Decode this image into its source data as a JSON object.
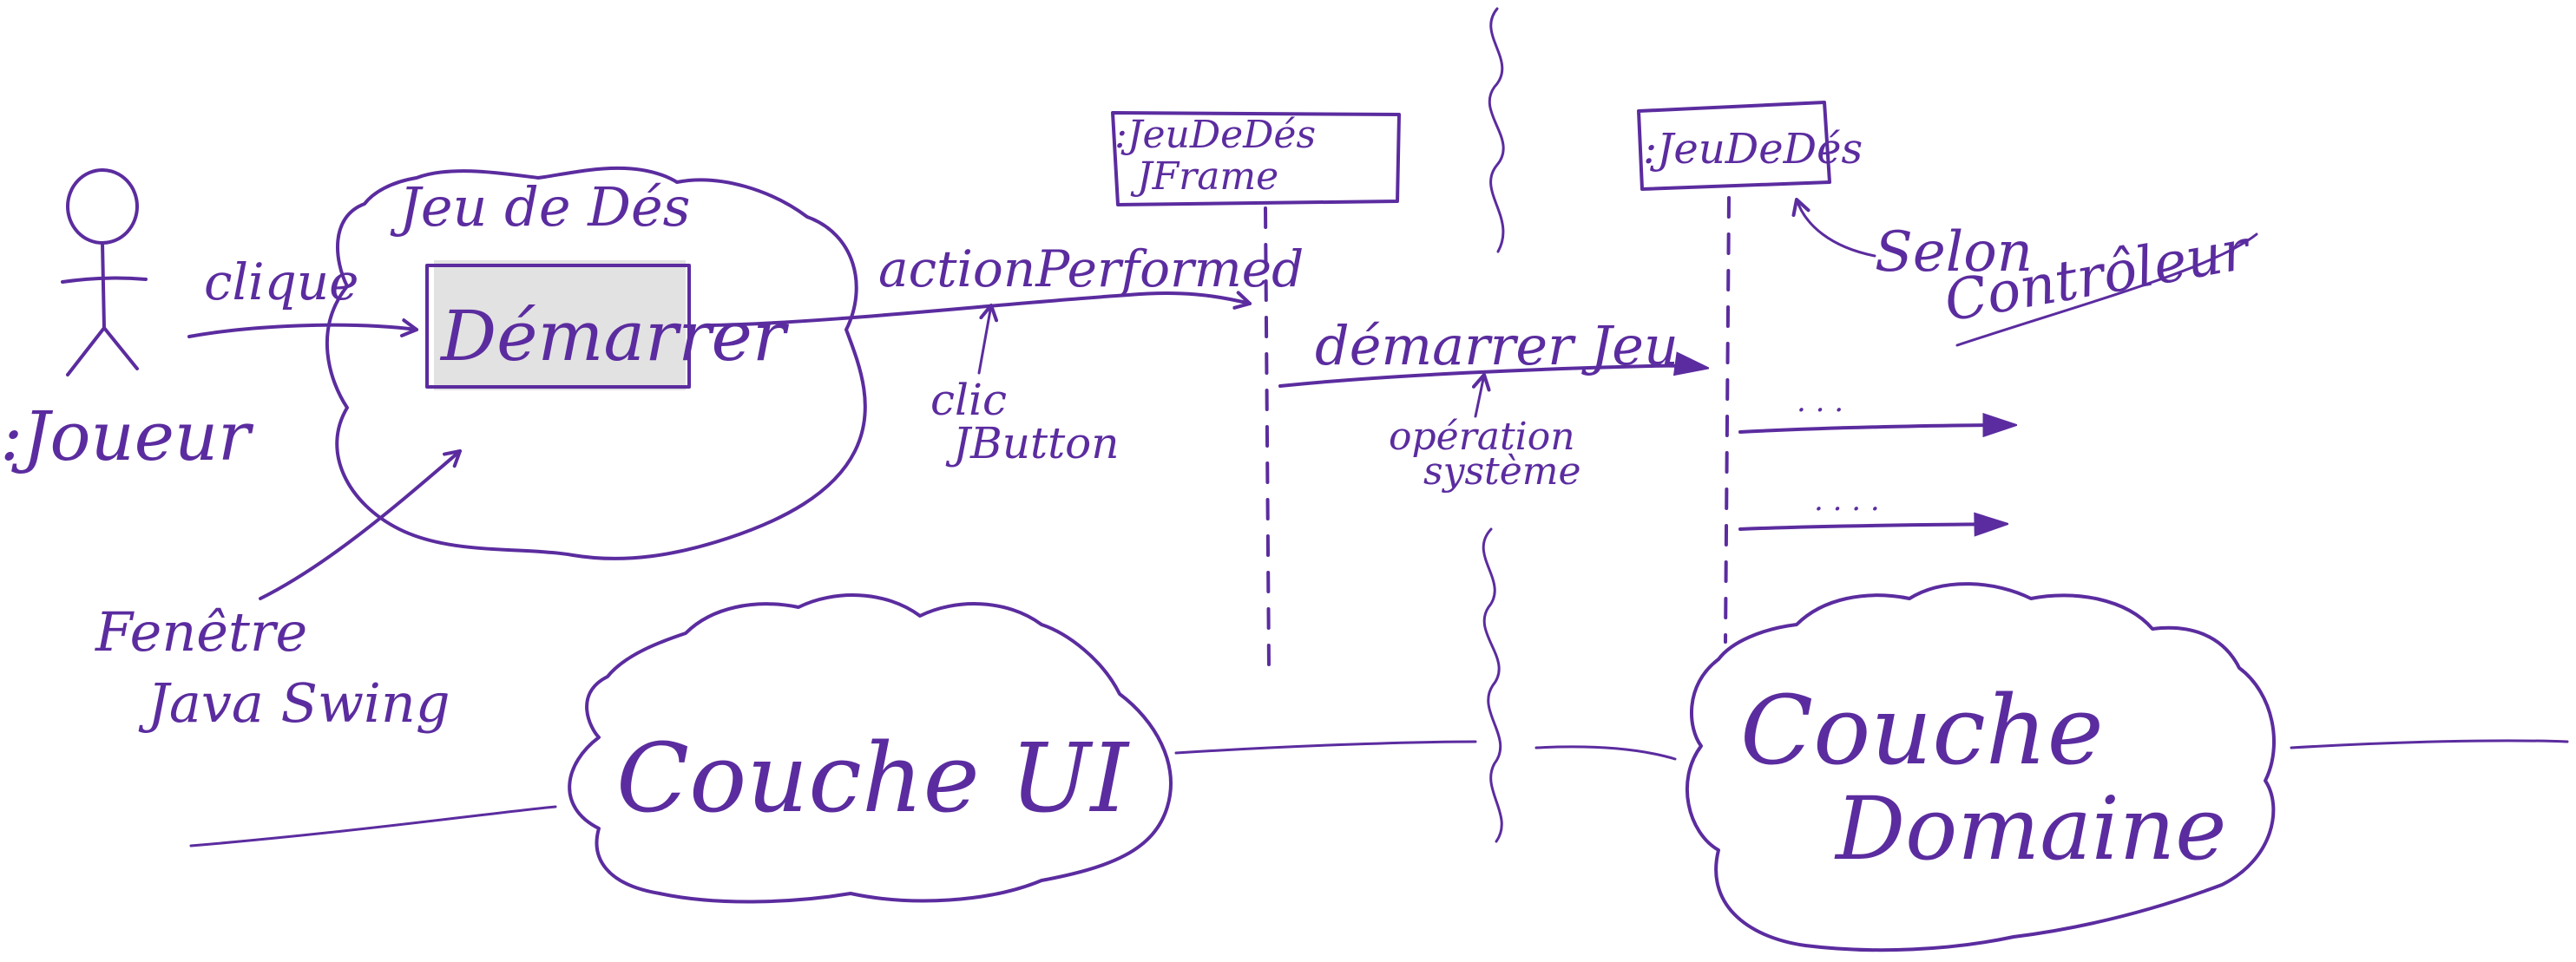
{
  "colors": {
    "ink": "#5b2c9f",
    "button_fill": "#e2e2e2"
  },
  "actor": {
    "label": ":Joueur"
  },
  "ui_window": {
    "title": "Jeu de Dés",
    "caption_line1": "Fenêtre",
    "caption_line2": "Java Swing"
  },
  "button": {
    "label": "Démarrer"
  },
  "messages": {
    "click": "clique",
    "action_performed": "actionPerformed",
    "click_note_line1": "clic",
    "click_note_line2": "JButton",
    "start_game": "démarrer Jeu",
    "op_note_line1": "opération",
    "op_note_line2": "système",
    "dots_1": ". . .",
    "dots_2": ". . . ."
  },
  "lifelines": {
    "frame_line1": ":JeuDeDés",
    "frame_line2": "JFrame",
    "domain": ":JeuDeDés"
  },
  "controller_note": {
    "line1": "Selon",
    "line2": "Contrôleur"
  },
  "layers": {
    "ui": "Couche UI",
    "domain_line1": "Couche",
    "domain_line2": "Domaine"
  }
}
